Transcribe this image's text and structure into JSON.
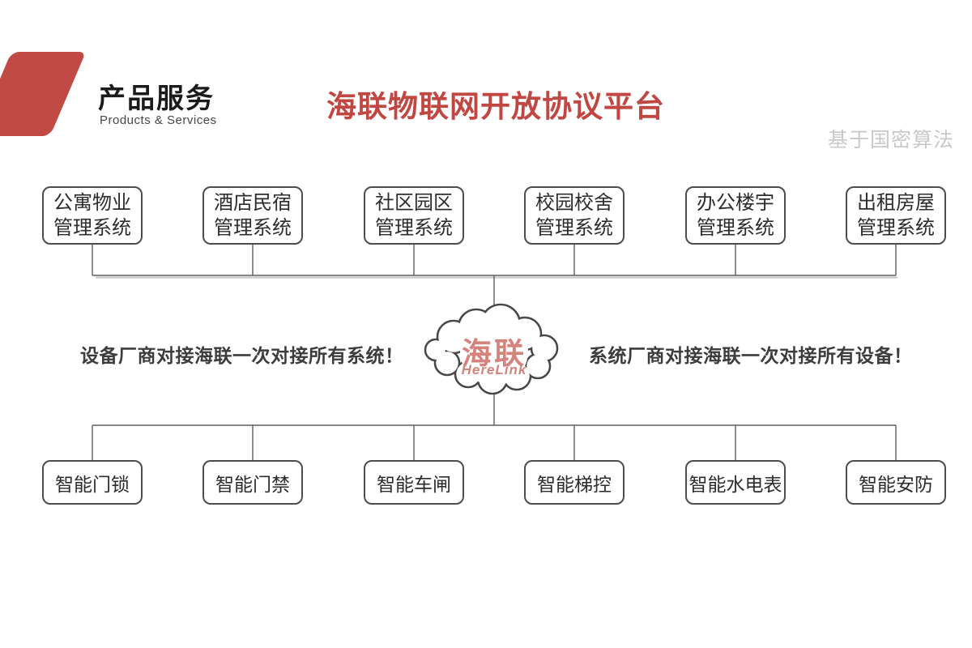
{
  "header": {
    "section_title": "产品服务",
    "section_subtitle": "Products & Services",
    "main_title": "海联物联网开放协议平台",
    "corner_note": "基于国密算法"
  },
  "cloud": {
    "name": "海联",
    "brand": "HereLink"
  },
  "slogans": {
    "left": "设备厂商对接海联一次对接所有系统！",
    "right": "系统厂商对接海联一次对接所有设备！"
  },
  "top_systems": [
    {
      "line1": "公寓物业",
      "line2": "管理系统"
    },
    {
      "line1": "酒店民宿",
      "line2": "管理系统"
    },
    {
      "line1": "社区园区",
      "line2": "管理系统"
    },
    {
      "line1": "校园校舍",
      "line2": "管理系统"
    },
    {
      "line1": "办公楼宇",
      "line2": "管理系统"
    },
    {
      "line1": "出租房屋",
      "line2": "管理系统"
    }
  ],
  "bottom_devices": [
    {
      "label": "智能门锁"
    },
    {
      "label": "智能门禁"
    },
    {
      "label": "智能车闸"
    },
    {
      "label": "智能梯控"
    },
    {
      "label": "智能水电表"
    },
    {
      "label": "智能安防"
    }
  ],
  "colors": {
    "accent_red": "#c24a44",
    "title_red": "#c14742",
    "cloud_text_pink": "#d5837d",
    "box_border_gray": "#4d4d4d",
    "connector_gray": "#5f5f5f",
    "corner_note_gray": "#c9c9c9"
  }
}
